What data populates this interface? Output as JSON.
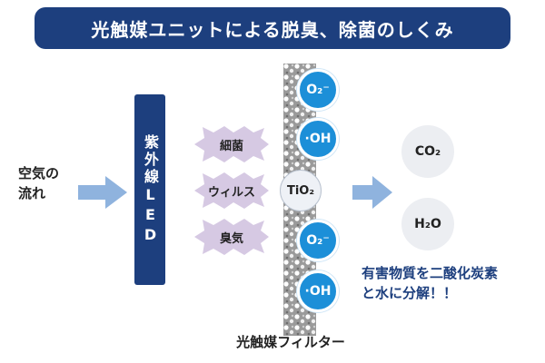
{
  "title": "光触媒ユニットによる脱臭、除菌のしくみ",
  "air_flow_label": "空気の\n流れ",
  "led_label": "紫外線LED",
  "targets": [
    "細菌",
    "ウィルス",
    "臭気"
  ],
  "filter_label": "光触媒フィルター",
  "catalyst_label": "TiO₂",
  "radicals": [
    "O₂⁻",
    "·OH",
    "O₂⁻",
    "·OH"
  ],
  "products": [
    "CO₂",
    "H₂O"
  ],
  "decomposition_text": "有害物質を二酸化炭素\nと水に分解！！",
  "colors": {
    "navy": "#1d3f7e",
    "radical_blue": "#1c8fd8",
    "arrow_light_blue": "#8fb3de",
    "burst_purple": "#d6c9e3"
  }
}
